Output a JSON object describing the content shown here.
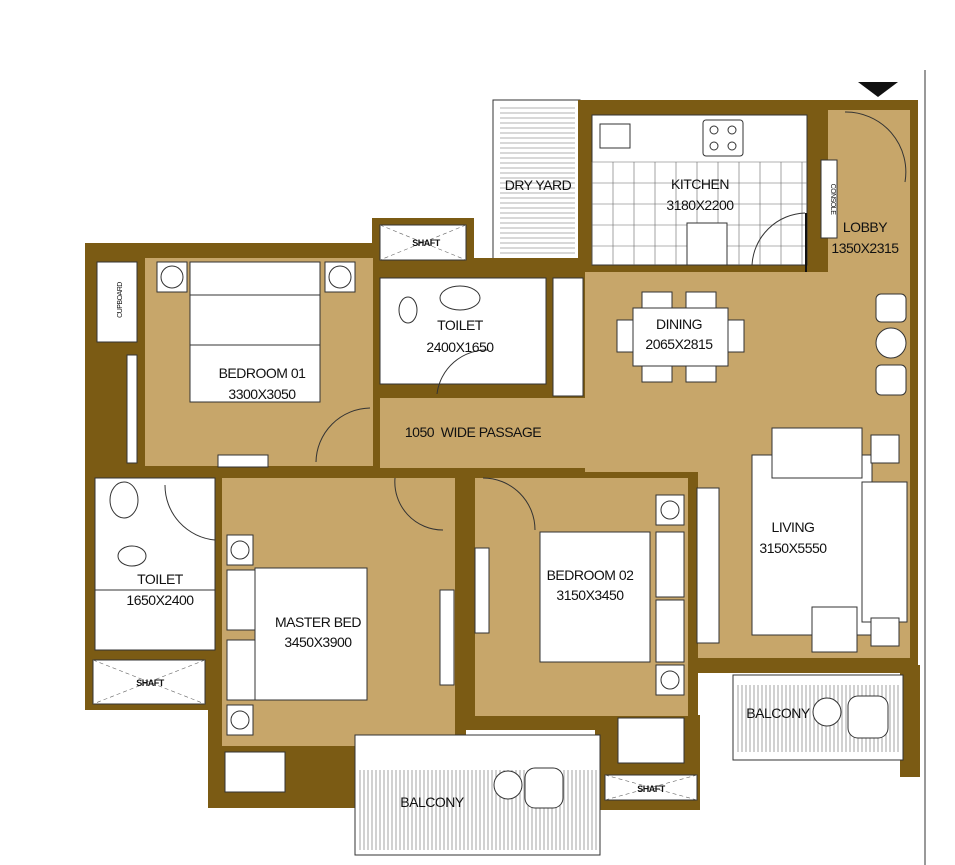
{
  "plan": {
    "rooms": [
      {
        "name": "DRY YARD",
        "size": ""
      },
      {
        "name": "KITCHEN",
        "size": "3180X2200"
      },
      {
        "name": "LOBBY",
        "size": "1350X2315"
      },
      {
        "name": "BEDROOM 01",
        "size": "3300X3050"
      },
      {
        "name": "TOILET",
        "size": "2400X1650"
      },
      {
        "name": "DINING",
        "size": "2065X2815"
      },
      {
        "name": "1050  WIDE PASSAGE",
        "size": ""
      },
      {
        "name": "TOILET",
        "size": "1650X2400"
      },
      {
        "name": "MASTER BED",
        "size": "3450X3900"
      },
      {
        "name": "BEDROOM 02",
        "size": "3150X3450"
      },
      {
        "name": "LIVING",
        "size": "3150X5550"
      },
      {
        "name": "BALCONY",
        "size": ""
      },
      {
        "name": "BALCONY",
        "size": ""
      }
    ],
    "shafts": [
      "SHAFT",
      "SHAFT",
      "SHAFT"
    ],
    "cupboard": "CUPBOARD",
    "console": "CONSOLE",
    "colors": {
      "wall": "#7b5b14",
      "floor": "#c7a66a"
    }
  }
}
